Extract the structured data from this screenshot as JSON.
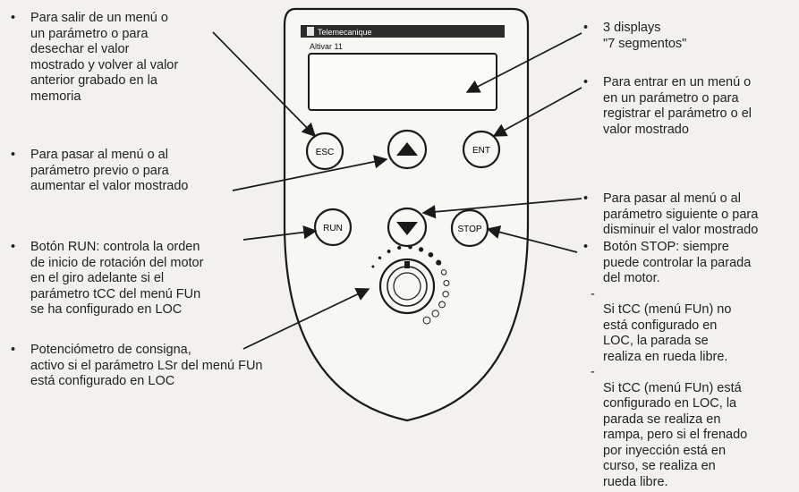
{
  "device": {
    "brand": "Telemecanique",
    "model": "Altivar 11",
    "buttons": {
      "esc": "ESC",
      "ent": "ENT",
      "run": "RUN",
      "stop": "STOP"
    },
    "colors": {
      "body": "#f7f7f4",
      "header": "#2b2b2b",
      "outline": "#1a1a1a"
    }
  },
  "annotations": {
    "esc": "Para salir de un menú o\nun parámetro o para\ndesechar el valor\nmostrado y volver al valor\nanterior grabado en la\nmemoria",
    "up": "Para pasar al menú o al\nparámetro previo o para\naumentar el valor mostrado",
    "run": "Botón RUN: controla la orden\nde inicio de rotación del motor\nen el giro adelante si el\nparámetro tCC del menú FUn\nse ha configurado en LOC",
    "pot": "Potenciómetro de consigna,\nactivo si el parámetro LSr del menú FUn\nestá configurado en LOC",
    "display": "3 displays\n\"7 segmentos\"",
    "ent": "Para entrar en un menú o\nen un parámetro o para\nregistrar el parámetro o el\nvalor mostrado",
    "down": "Para pasar al menú o al\nparámetro siguiente o para\ndisminuir el valor mostrado",
    "stop": "Botón STOP: siempre\npuede controlar la parada\ndel motor.",
    "stop_sub1": "Si tCC (menú FUn) no\nestá configurado en\nLOC, la parada se\nrealiza en rueda libre.",
    "stop_sub2": "Si tCC (menú FUn) está\nconfigurado en LOC, la\nparada se realiza en\nrampa, pero si el frenado\npor inyección está en\ncurso, se realiza en\nrueda libre."
  },
  "bullet": "•",
  "dash": "-"
}
